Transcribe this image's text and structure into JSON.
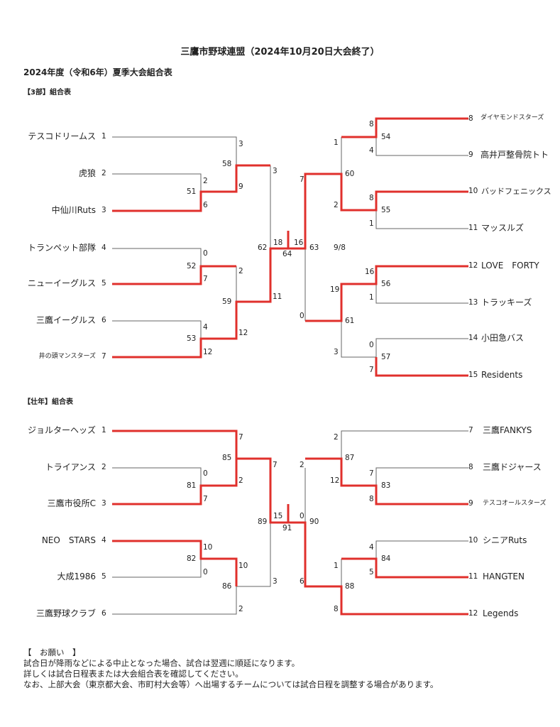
{
  "title": "三鷹市野球連盟（2024年10月20日大会終了）",
  "subtitle": "2024年度（令和6年）夏季大会組合表",
  "colors": {
    "winner_line": "#e0302c",
    "line": "#555555",
    "text": "#222222"
  },
  "bracket3": {
    "heading": "【3部】組合表",
    "left": [
      {
        "seed": "1",
        "name": "テスコドリームス"
      },
      {
        "seed": "2",
        "name": "虎狼"
      },
      {
        "seed": "3",
        "name": "中仙川Ruts"
      },
      {
        "seed": "4",
        "name": "トランペット部隊"
      },
      {
        "seed": "5",
        "name": "ニューイーグルス"
      },
      {
        "seed": "6",
        "name": "三鷹イーグルス"
      },
      {
        "seed": "7",
        "name": "井の頭マンスターズ"
      }
    ],
    "right": [
      {
        "seed": "8",
        "name": "ダイヤモンドスターズ"
      },
      {
        "seed": "9",
        "name": "高井戸整骨院トト"
      },
      {
        "seed": "10",
        "name": "バッドフェニックス"
      },
      {
        "seed": "11",
        "name": "マッスルズ"
      },
      {
        "seed": "12",
        "name": "LOVE　FORTY"
      },
      {
        "seed": "13",
        "name": "トラッキーズ"
      },
      {
        "seed": "14",
        "name": "小田急バス"
      },
      {
        "seed": "15",
        "name": "Residents"
      }
    ],
    "scores": {
      "s3": "3",
      "s58": "58",
      "s2": "2",
      "s51": "51",
      "s9": "9",
      "s6": "6",
      "s3b": "3",
      "s62": "62",
      "s0": "0",
      "s52": "52",
      "s2b": "2",
      "s7": "7",
      "s59": "59",
      "s11": "11",
      "s4": "4",
      "s53": "53",
      "s12": "12",
      "s12b": "12",
      "s18": "18",
      "s64": "64",
      "s16": "16",
      "s63": "63",
      "date": "9/8",
      "s8": "8",
      "s54": "54",
      "s4b": "4",
      "s1": "1",
      "s60": "60",
      "s7b": "7",
      "s8b": "8",
      "s55": "55",
      "s1b": "1",
      "s2c": "2",
      "s16b": "16",
      "s56": "56",
      "s1c": "1",
      "s19": "19",
      "s61": "61",
      "s0b": "0",
      "s0c": "0",
      "s57": "57",
      "s7c": "7",
      "s3c": "3"
    }
  },
  "bracket_masters": {
    "heading": "【壮年】組合表",
    "left": [
      {
        "seed": "1",
        "name": "ジョルターヘッズ"
      },
      {
        "seed": "2",
        "name": "トライアンス"
      },
      {
        "seed": "3",
        "name": "三鷹市役所C"
      },
      {
        "seed": "4",
        "name": "NEO　STARS"
      },
      {
        "seed": "5",
        "name": "大成1986"
      },
      {
        "seed": "6",
        "name": "三鷹野球クラブ"
      }
    ],
    "right": [
      {
        "seed": "7",
        "name": "三鷹FANKYS"
      },
      {
        "seed": "8",
        "name": "三鷹ドジャース"
      },
      {
        "seed": "9",
        "name": "テスコオールスターズ"
      },
      {
        "seed": "10",
        "name": "シニアRuts"
      },
      {
        "seed": "11",
        "name": "HANGTEN"
      },
      {
        "seed": "12",
        "name": "Legends"
      }
    ],
    "scores": {
      "s7": "7",
      "s85": "85",
      "s0": "0",
      "s81": "81",
      "s2": "2",
      "s7b": "7",
      "s7c": "7",
      "s89": "89",
      "s10": "10",
      "s82": "82",
      "s0b": "0",
      "s10b": "10",
      "s86": "86",
      "s3": "3",
      "s2b": "2",
      "s15": "15",
      "s91": "91",
      "s0c": "0",
      "s90": "90",
      "s2c": "2",
      "s87": "87",
      "s2d": "2",
      "s12": "12",
      "s7d": "7",
      "s83": "83",
      "s8": "8",
      "s4": "4",
      "s84": "84",
      "s5": "5",
      "s1": "1",
      "s88": "88",
      "s6": "6",
      "s8b": "8"
    }
  },
  "notes": {
    "heading": "【　お願い　】",
    "lines": [
      "試合日が降雨などによる中止となった場合、試合は翌週に順延になります。",
      "詳しくは試合日程表または大会組合表を確認してください。",
      "なお、上部大会（東京都大会、市町村大会等）へ出場するチームについては試合日程を調整する場合があります。"
    ]
  }
}
